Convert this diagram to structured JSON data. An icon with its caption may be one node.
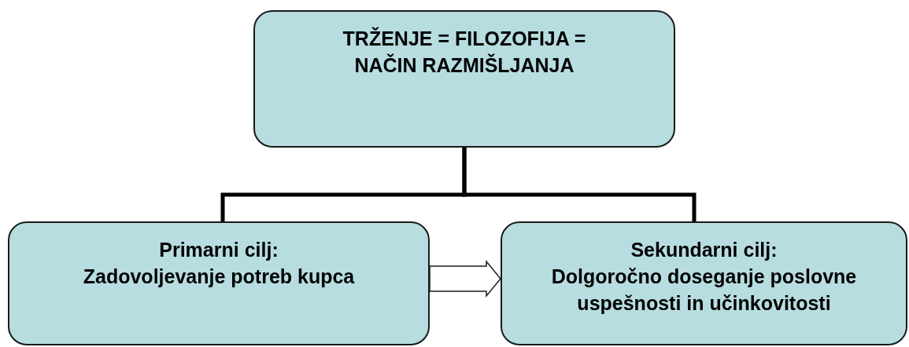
{
  "diagram": {
    "nodes": [
      {
        "text": [
          "TRŽENJE = FILOZOFIJA = NAČIN RAZMIŠLJANJA"
        ]
      },
      {
        "text": [
          "Primarni cilj:",
          "Zadovoljevanje potreb kupca"
        ]
      },
      {
        "text": [
          "Sekundarni cilj:",
          "Dolgoročno doseganje poslovne uspešnosti in učinkovitosti"
        ]
      }
    ],
    "edges": [
      {
        "from": 0,
        "to": 1,
        "arrow": "none"
      },
      {
        "from": 0,
        "to": 2,
        "arrow": "none"
      },
      {
        "from": 1,
        "to": 2,
        "arrow": "to",
        "style": "thick"
      }
    ]
  }
}
